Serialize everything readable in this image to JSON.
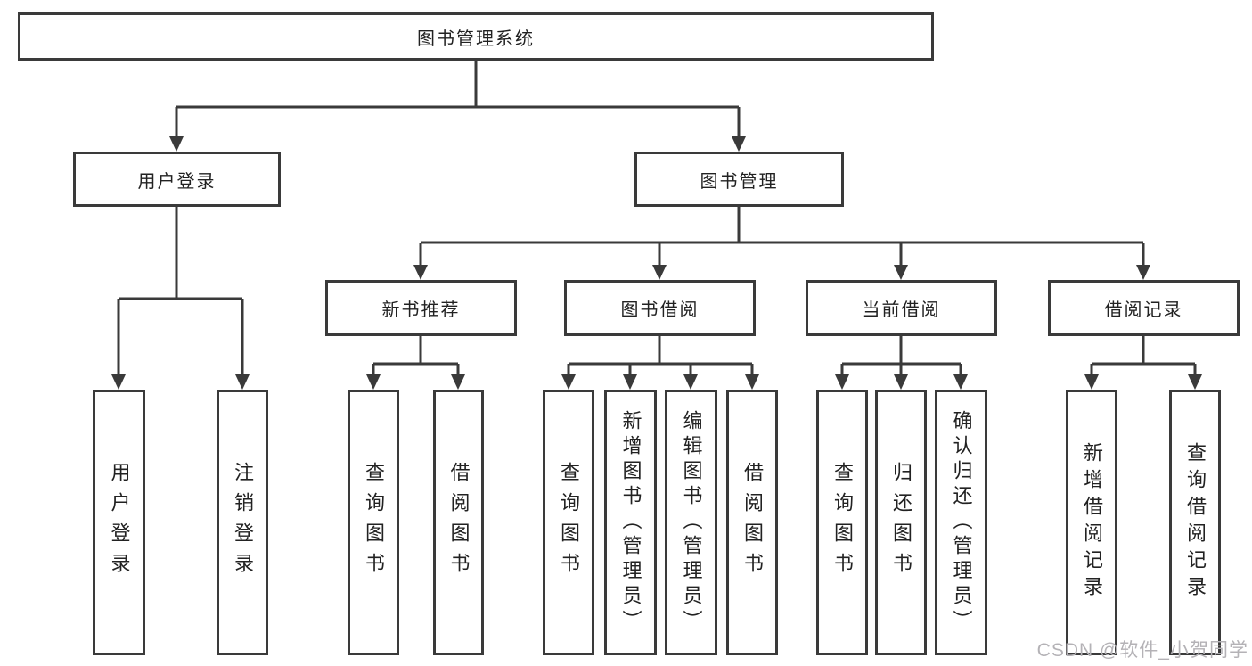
{
  "diagram": {
    "root": {
      "label": "图书管理系统",
      "children": [
        {
          "label": "用户登录",
          "children": [
            {
              "label": "用户登录"
            },
            {
              "label": "注销登录"
            }
          ]
        },
        {
          "label": "图书管理",
          "children": [
            {
              "label": "新书推荐",
              "children": [
                {
                  "label": "查询图书"
                },
                {
                  "label": "借阅图书"
                }
              ]
            },
            {
              "label": "图书借阅",
              "children": [
                {
                  "label": "查询图书"
                },
                {
                  "label": "新增图书（管理员）"
                },
                {
                  "label": "编辑图书（管理员）"
                },
                {
                  "label": "借阅图书"
                }
              ]
            },
            {
              "label": "当前借阅",
              "children": [
                {
                  "label": "查询图书"
                },
                {
                  "label": "归还图书"
                },
                {
                  "label": "确认归还（管理员）"
                }
              ]
            },
            {
              "label": "借阅记录",
              "children": [
                {
                  "label": "新增借阅记录"
                },
                {
                  "label": "查询借阅记录"
                }
              ]
            }
          ]
        }
      ]
    },
    "colors": {
      "line": "#3a3a3a",
      "text": "#222222",
      "background": "#ffffff",
      "watermark": "#b4b2b6"
    }
  },
  "watermark": {
    "text": "CSDN @软件_小贺同学"
  }
}
